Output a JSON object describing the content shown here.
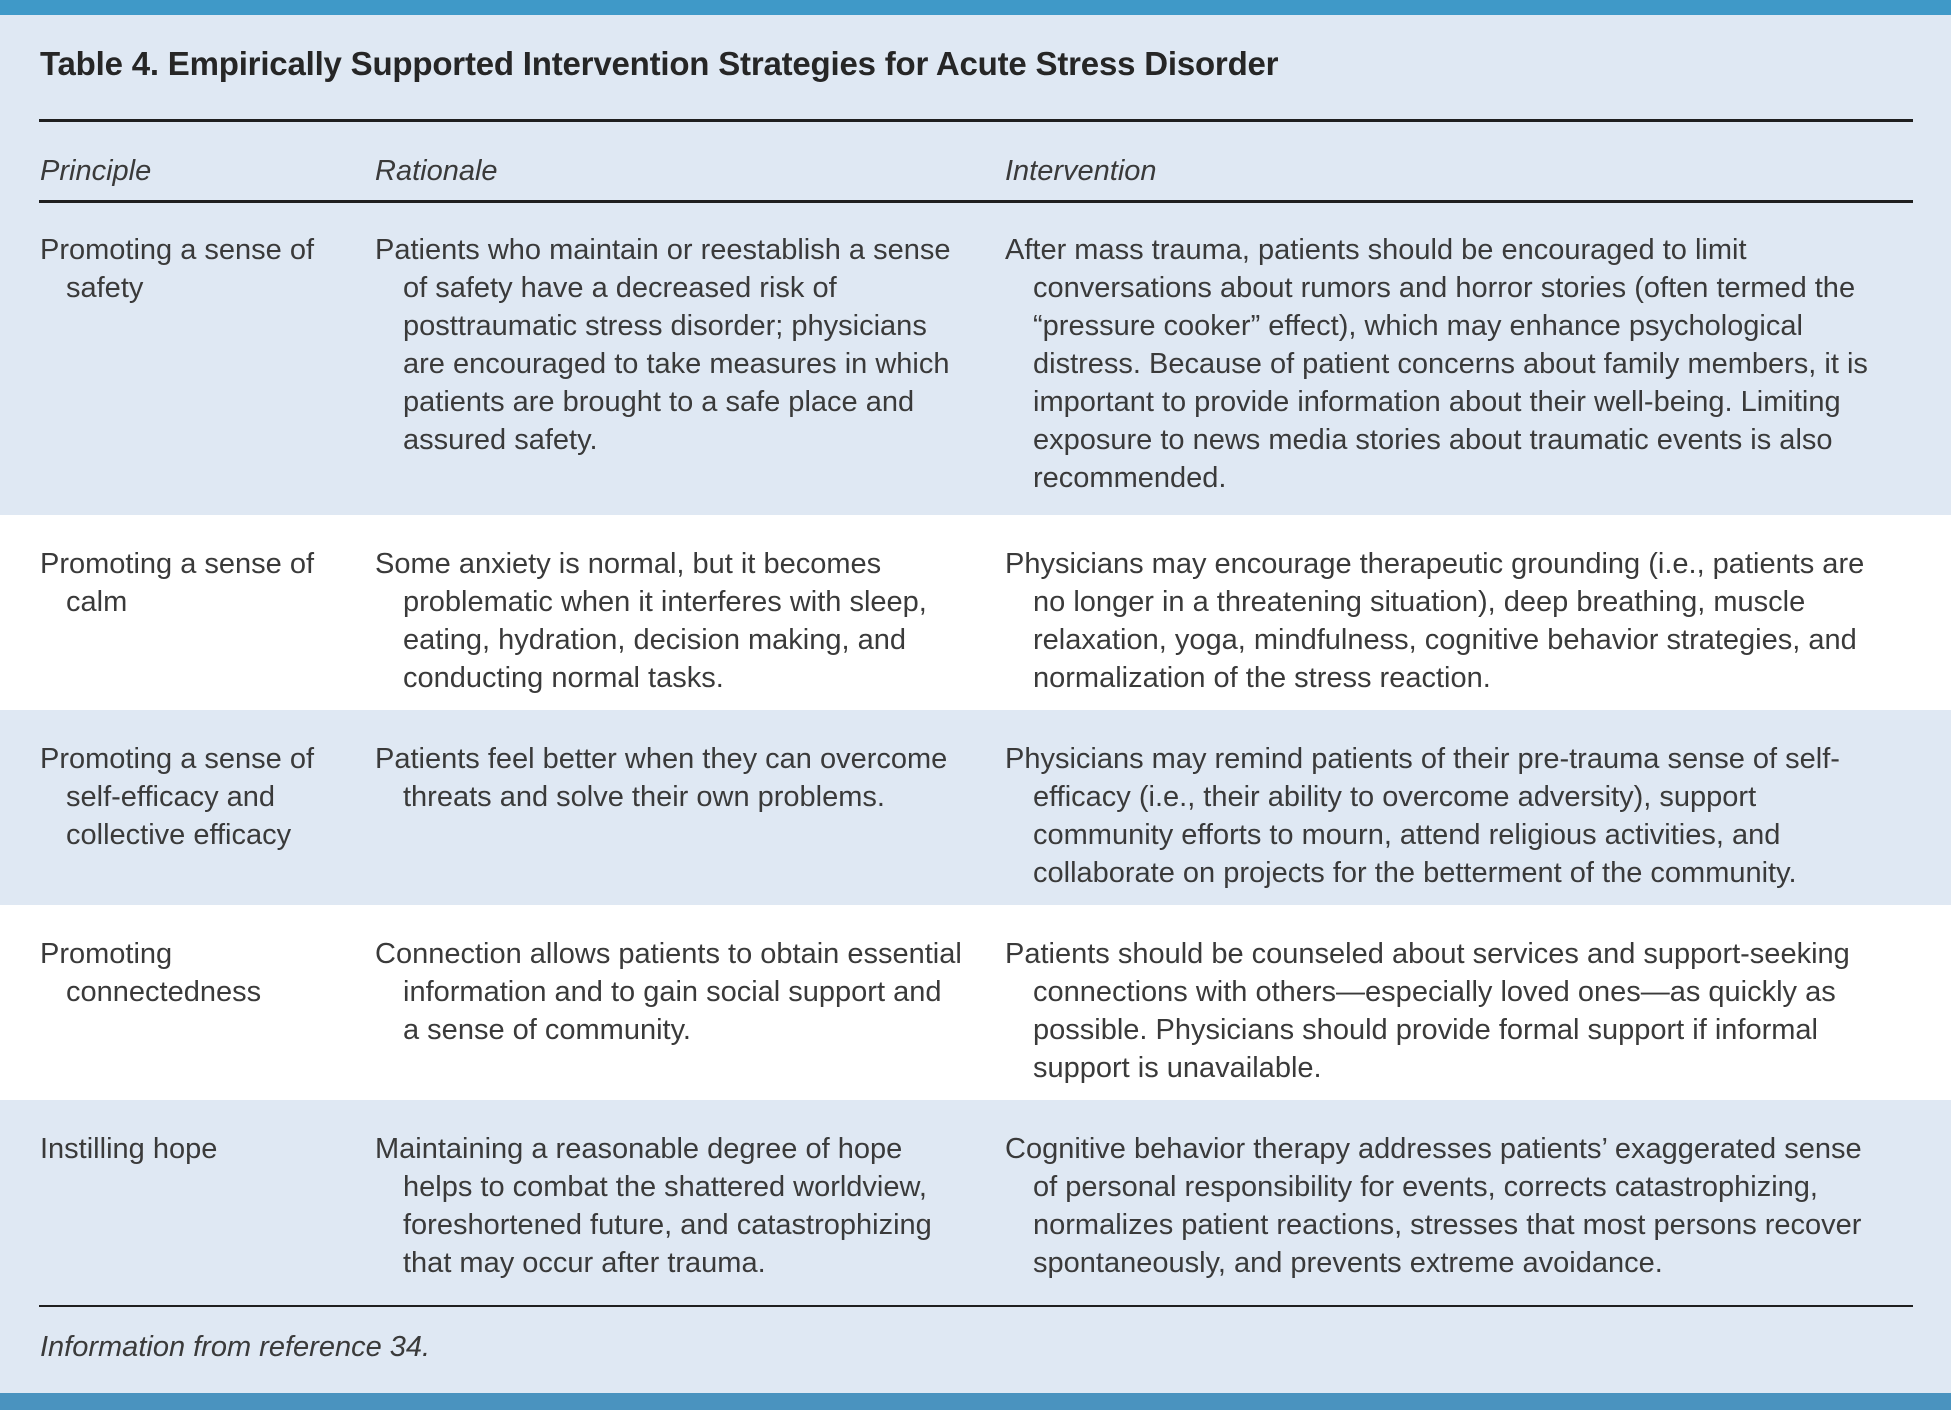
{
  "page": {
    "top_bar_color": "#3f99c8",
    "bottom_bar_color": "#4a93bf",
    "panel_color": "#dfe8f3",
    "row_alt_color": "#ffffff",
    "rule_color": "#1f1f1f",
    "text_color": "#3a3a3a"
  },
  "table": {
    "title": "Table 4. Empirically Supported Intervention Strategies for Acute Stress Disorder",
    "columns": [
      "Principle",
      "Rationale",
      "Intervention"
    ],
    "rows": [
      {
        "principle": "Promoting a sense of safety",
        "rationale": "Patients who maintain or reestablish a sense of safety have a decreased risk of posttraumatic stress disorder; physicians are encouraged to take measures in which patients are brought to a safe place and assured safety.",
        "intervention": "After mass trauma, patients should be encouraged to limit conversations about rumors and horror stories (often termed the “pressure cooker” effect), which may enhance psychological distress. Because of patient concerns about family members, it is important to provide information about their well-being. Limiting exposure to news media stories about traumatic events is also recommended."
      },
      {
        "principle": "Promoting a sense of calm",
        "rationale": "Some anxiety is normal, but it becomes problematic when it interferes with sleep, eating, hydration, decision making, and conducting normal tasks.",
        "intervention": "Physicians may encourage therapeutic grounding (i.e., patients are no longer in a threatening situation), deep breathing, muscle relaxation, yoga, mindfulness, cognitive behavior strategies, and normalization of the stress reaction."
      },
      {
        "principle": "Promoting a sense of self-efficacy and collective efficacy",
        "rationale": "Patients feel better when they can overcome threats and solve their own problems.",
        "intervention": "Physicians may remind patients of their pre-trauma sense of self-efficacy (i.e., their ability to overcome adversity), support community efforts to mourn, attend religious activities, and collaborate on projects for the betterment of the community."
      },
      {
        "principle": "Promoting connectedness",
        "rationale": "Connection allows patients to obtain essential information and to gain social support and a sense of community.",
        "intervention": "Patients should be counseled about services and support-seeking connections with others—especially loved ones—as quickly as possible. Physicians should provide formal support if informal support is unavailable."
      },
      {
        "principle": "Instilling hope",
        "rationale": "Maintaining a reasonable degree of hope helps to combat the shattered worldview, foreshortened future, and catastrophizing that may occur after trauma.",
        "intervention": "Cognitive behavior therapy addresses patients’ exaggerated sense of personal responsibility for events, corrects catastrophizing, normalizes patient reactions, stresses that most persons recover spontaneously, and prevents extreme avoidance."
      }
    ],
    "footnote": "Information from reference 34."
  }
}
